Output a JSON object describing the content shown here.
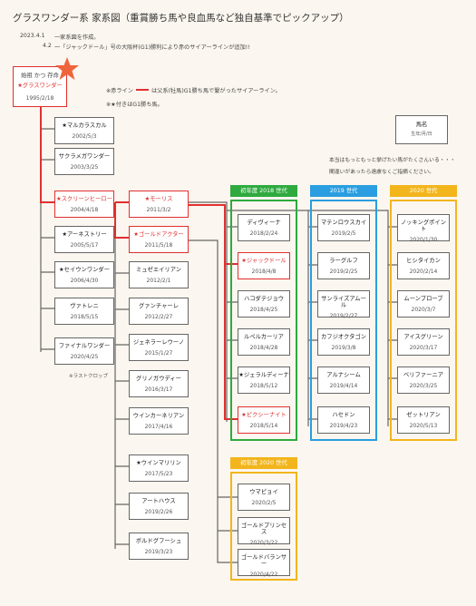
{
  "header": {
    "title": "グラスワンダー系 家系図（重賞勝ち馬や良血馬など独自基準でピックアップ）",
    "updates": [
      {
        "date": "2023.4.1",
        "text": "一家系図を作成。"
      },
      {
        "date": "4.2",
        "text": "一「ジャックドール」号の大阪杯(G1)勝利により赤のサイアーラインが追加!!"
      }
    ]
  },
  "legend": {
    "red_line_prefix": "※赤ライン",
    "red_line_suffix": "は父系(牡馬)G1勝ち馬で繋がったサイアーライン。",
    "star_note": "※★付きはG1勝ち馬。"
  },
  "root": {
    "label": "始祖 かつ 存命",
    "name": "★グラスワンダー",
    "date": "1995/2/18"
  },
  "key_box": {
    "title": "馬名",
    "sub": "生年/月/日"
  },
  "help_text": [
    "本当はもっともっと挙げたい馬がたくさんいる・・・",
    "間違いがあったら遠慮なくご指摘ください。"
  ],
  "gen2": [
    {
      "name": "★マルカラスカル",
      "date": "2002/5/3"
    },
    {
      "name": "サクラメガワンダー",
      "date": "2003/3/25"
    },
    {
      "name": "★スクリーンヒーロー",
      "date": "2004/4/18",
      "red": true
    },
    {
      "name": "★アーネストリー",
      "date": "2005/5/17"
    },
    {
      "name": "★セイウンワンダー",
      "date": "2006/4/30"
    },
    {
      "name": "ヴァトレニ",
      "date": "2018/5/15"
    },
    {
      "name": "ファイナルワンダー",
      "date": "2020/4/25"
    }
  ],
  "last_crop": "※ラストクロップ",
  "gen3": [
    {
      "name": "★モーリス",
      "date": "2011/3/2",
      "red": true
    },
    {
      "name": "★ゴールドアクター",
      "date": "2011/5/18",
      "red": true
    },
    {
      "name": "ミュゼエイリアン",
      "date": "2012/2/1"
    },
    {
      "name": "グァンチャーレ",
      "date": "2012/2/27"
    },
    {
      "name": "ジェネラーレウーノ",
      "date": "2015/1/27"
    },
    {
      "name": "グリノガウディー",
      "date": "2016/3/17"
    },
    {
      "name": "ウインカーネリアン",
      "date": "2017/4/16"
    },
    {
      "name": "★ウインマリリン",
      "date": "2017/5/23"
    },
    {
      "name": "アートハウス",
      "date": "2019/2/26"
    },
    {
      "name": "ボルドグフーシュ",
      "date": "2019/3/23"
    }
  ],
  "groups": {
    "g2018": {
      "header": "初年度 2018 世代",
      "color": "#2eaa3e",
      "items": [
        {
          "name": "ディヴィーナ",
          "date": "2018/2/24"
        },
        {
          "name": "★ジャックドール",
          "date": "2018/4/8",
          "red": true
        },
        {
          "name": "ハコダテジョウ",
          "date": "2018/4/25"
        },
        {
          "name": "ルペルカーリア",
          "date": "2018/4/28"
        },
        {
          "name": "★ジェラルディーナ",
          "date": "2018/5/12"
        },
        {
          "name": "★ピクシーナイト",
          "date": "2018/5/14",
          "red": true
        }
      ]
    },
    "g2019": {
      "header": "2019 世代",
      "color": "#2a9ee0",
      "items": [
        {
          "name": "マテンロウスカイ",
          "date": "2019/2/5"
        },
        {
          "name": "ラーグルフ",
          "date": "2019/2/25"
        },
        {
          "name": "サンライズアムール",
          "date": "2019/2/27"
        },
        {
          "name": "カフジオクタゴン",
          "date": "2019/3/8"
        },
        {
          "name": "アルナシーム",
          "date": "2019/4/14"
        },
        {
          "name": "ハセドン",
          "date": "2019/4/23"
        }
      ]
    },
    "g2020": {
      "header": "2020 世代",
      "color": "#f2b51c",
      "items": [
        {
          "name": "ノッキングポイント",
          "date": "2020/1/30"
        },
        {
          "name": "ヒシタイカン",
          "date": "2020/2/14"
        },
        {
          "name": "ムーンプローブ",
          "date": "2020/3/7"
        },
        {
          "name": "アイスグリーン",
          "date": "2020/3/17"
        },
        {
          "name": "ベリファーニア",
          "date": "2020/3/25"
        },
        {
          "name": "ゼットリアン",
          "date": "2020/5/13"
        }
      ]
    },
    "gGold": {
      "header": "初年度 2020 世代",
      "color": "#f2b51c",
      "items": [
        {
          "name": "ウマピョイ",
          "date": "2020/2/5"
        },
        {
          "name": "ゴールドプリンセス",
          "date": "2020/3/22"
        },
        {
          "name": "ゴールドバランサー",
          "date": "2020/4/22"
        }
      ]
    }
  },
  "colors": {
    "red": "#e03030",
    "star": "#f0643c",
    "line": "#666666"
  }
}
